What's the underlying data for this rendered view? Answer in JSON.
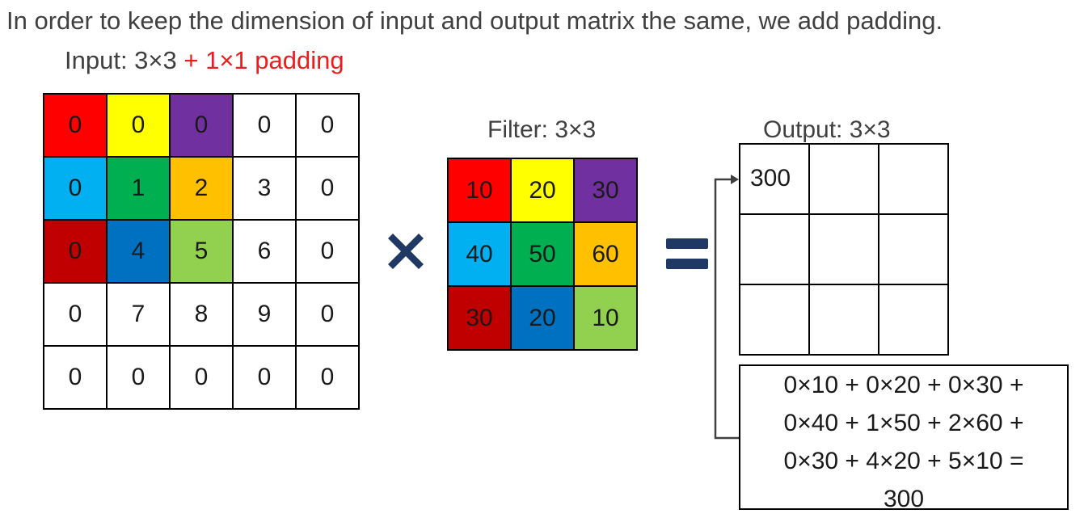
{
  "heading": "In order to keep the dimension of input and output matrix the same, we add padding.",
  "subheading": {
    "prefix": "Input: 3×3 ",
    "accent": "+ 1×1 padding"
  },
  "input_matrix": {
    "rows": [
      [
        "0",
        "0",
        "0",
        "0",
        "0"
      ],
      [
        "0",
        "1",
        "2",
        "3",
        "0"
      ],
      [
        "0",
        "4",
        "5",
        "6",
        "0"
      ],
      [
        "0",
        "7",
        "8",
        "9",
        "0"
      ],
      [
        "0",
        "0",
        "0",
        "0",
        "0"
      ]
    ],
    "highlight_colors": [
      [
        "#ff0000",
        "#ffff00",
        "#7030a0",
        "#ffffff",
        "#ffffff"
      ],
      [
        "#00b0f0",
        "#00b050",
        "#ffc000",
        "#ffffff",
        "#ffffff"
      ],
      [
        "#c00000",
        "#0070c0",
        "#92d050",
        "#ffffff",
        "#ffffff"
      ],
      [
        "#ffffff",
        "#ffffff",
        "#ffffff",
        "#ffffff",
        "#ffffff"
      ],
      [
        "#ffffff",
        "#ffffff",
        "#ffffff",
        "#ffffff",
        "#ffffff"
      ]
    ]
  },
  "operator_multiply": "✖",
  "filter": {
    "label": "Filter: 3×3",
    "rows": [
      [
        "10",
        "20",
        "30"
      ],
      [
        "40",
        "50",
        "60"
      ],
      [
        "30",
        "20",
        "10"
      ]
    ],
    "colors": [
      [
        "#ff0000",
        "#ffff00",
        "#7030a0"
      ],
      [
        "#00b0f0",
        "#00b050",
        "#ffc000"
      ],
      [
        "#c00000",
        "#0070c0",
        "#92d050"
      ]
    ]
  },
  "operator_color": "#203864",
  "output": {
    "label": "Output: 3×3",
    "rows": [
      [
        "300",
        "",
        ""
      ],
      [
        "",
        "",
        ""
      ],
      [
        "",
        "",
        ""
      ]
    ]
  },
  "calculation": {
    "lines": [
      "0×10 + 0×20 + 0×30 +",
      "0×40 + 1×50 + 2×60 +",
      "0×30 + 4×20 + 5×10 =",
      "300"
    ]
  }
}
